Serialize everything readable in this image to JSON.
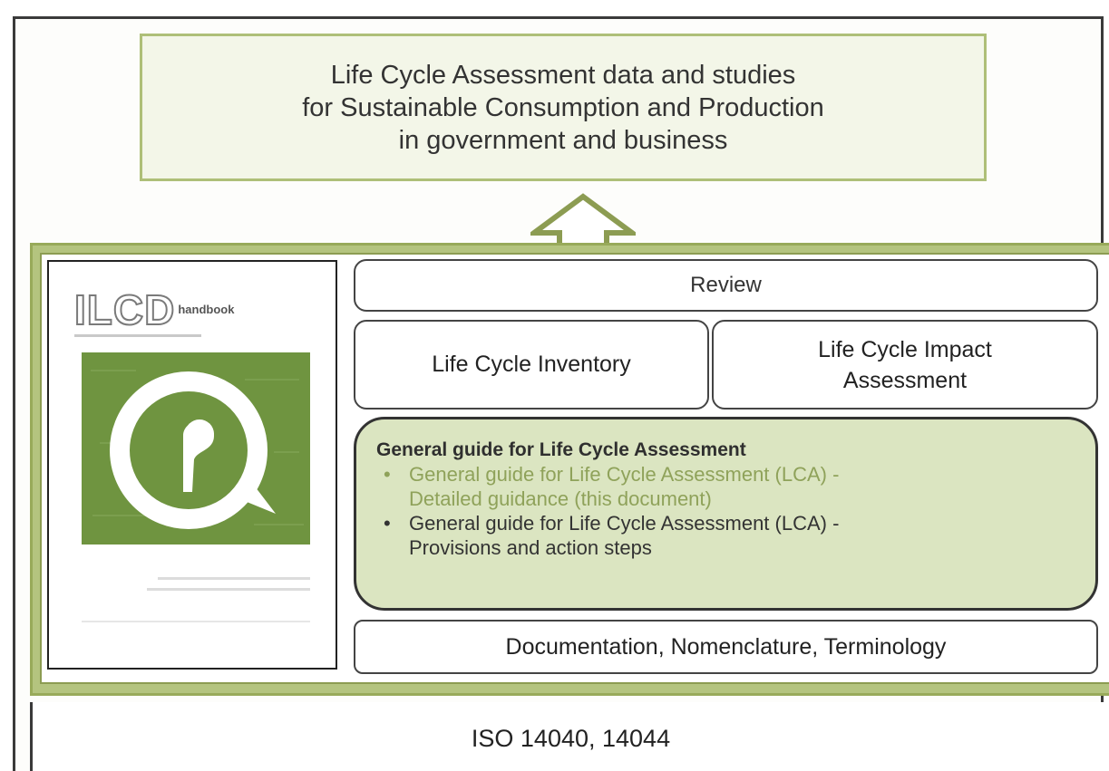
{
  "goal": {
    "line1": "Life Cycle Assessment data and studies",
    "line2": "for  Sustainable Consumption and Production",
    "line3": "in government and business"
  },
  "cover": {
    "logo_text": "ILCD",
    "logo_suffix": "handbook"
  },
  "framework": {
    "review": "Review",
    "lci": "Life Cycle Inventory",
    "lcia_line1": "Life Cycle Impact",
    "lcia_line2": "Assessment",
    "guide": {
      "title": "General guide for Life Cycle Assessment",
      "items": [
        {
          "line1": "General guide for Life Cycle Assessment (LCA) -",
          "line2": "Detailed guidance (this document)"
        },
        {
          "line1": "General guide for Life Cycle Assessment (LCA) -",
          "line2": "Provisions and action steps"
        }
      ]
    },
    "documentation": "Documentation, Nomenclature, Terminology"
  },
  "base": {
    "iso": "ISO 14040, 14044"
  },
  "colors": {
    "framework_green": "#b4c47f",
    "guide_fill": "#dbe5c1",
    "highlight_text": "#8fa25a",
    "cover_green": "#6f9440"
  }
}
